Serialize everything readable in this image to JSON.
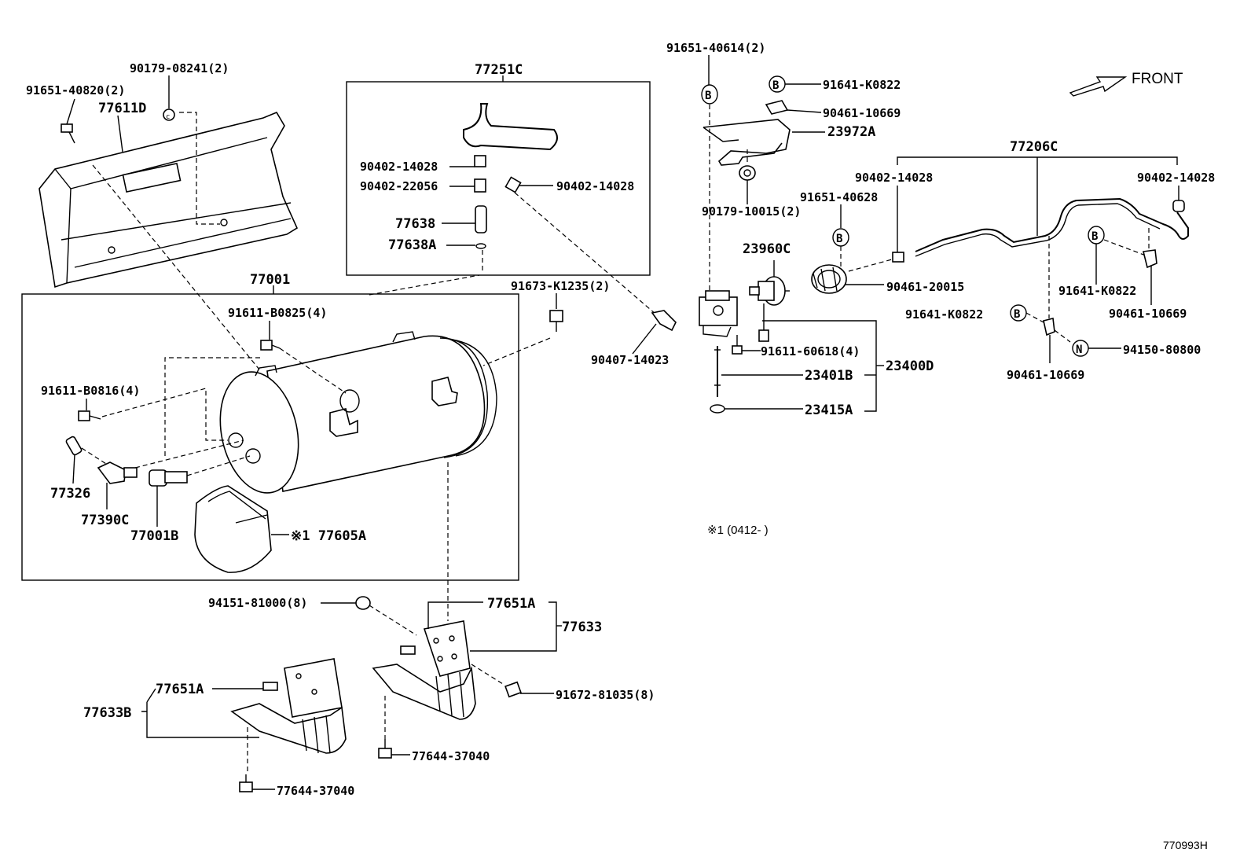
{
  "front_label": "FRONT",
  "footnote": "※1 (0412-    )",
  "diagram_id": "770993H",
  "callouts": {
    "c90179_08241": "90179-08241(2)",
    "c91651_40820": "91651-40820(2)",
    "c77611D": "77611D",
    "c77251C": "77251C",
    "c90402_14028_a": "90402-14028",
    "c90402_22056": "90402-22056",
    "c90402_14028_b": "90402-14028",
    "c77638": "77638",
    "c77638A": "77638A",
    "c91651_40614": "91651-40614(2)",
    "c91641_K0822_top": "91641-K0822",
    "c90461_10669_top": "90461-10669",
    "c23972A": "23972A",
    "c90179_10015": "90179-10015(2)",
    "c77206C": "77206C",
    "c90402_14028_c": "90402-14028",
    "c90402_14028_d": "90402-14028",
    "c91651_40628": "91651-40628",
    "c23960C": "23960C",
    "c90461_20015": "90461-20015",
    "c91641_K0822_r": "91641-K0822",
    "c90461_10669_r": "90461-10669",
    "c91641_K0822_m": "91641-K0822",
    "c94150_80800": "94150-80800",
    "c90461_10669_m": "90461-10669",
    "c77001": "77001",
    "c91673_K1235": "91673-K1235(2)",
    "c91611_B0825": "91611-B0825(4)",
    "c90407_14023": "90407-14023",
    "c91611_60618": "91611-60618(4)",
    "c23401B": "23401B",
    "c23400D": "23400D",
    "c23415A": "23415A",
    "c91611_B0816": "91611-B0816(4)",
    "c77326": "77326",
    "c77390C": "77390C",
    "c77001B": "77001B",
    "c77605A": "※1 77605A",
    "c94151_81000": "94151-81000(8)",
    "c77651A_a": "77651A",
    "c77633": "77633",
    "c77651A_b": "77651A",
    "c77633B": "77633B",
    "c91672_81035": "91672-81035(8)",
    "c77644_37040_a": "77644-37040",
    "c77644_37040_b": "77644-37040"
  },
  "markers": {
    "b": "B",
    "n": "N"
  }
}
